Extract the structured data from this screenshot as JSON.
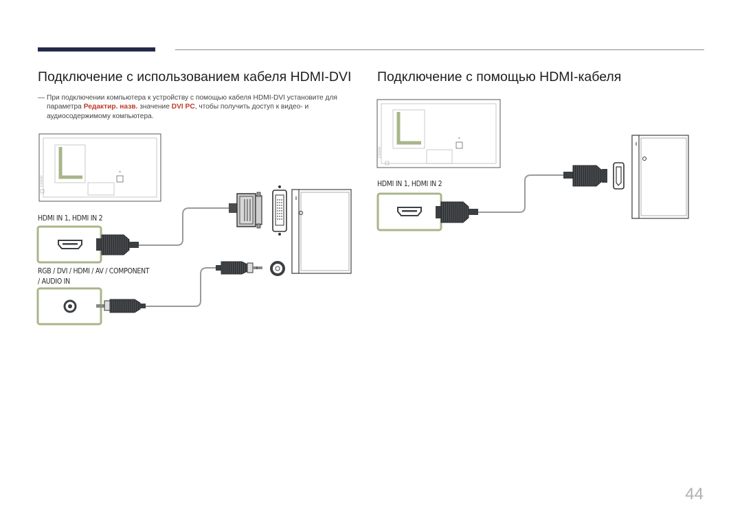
{
  "headings": {
    "left": "Подключение с использованием кабеля HDMI-DVI",
    "right": "Подключение с помощью HDMI-кабеля"
  },
  "note": {
    "dash": "―",
    "part1": "При подключении компьютера к устройству с помощью кабеля HDMI-DVI установите для параметра ",
    "em1": "Редактир. назв.",
    "part2": " значение ",
    "em2": "DVI PC",
    "part3": ", чтобы получить доступ к видео- и аудиосодержимому компьютера."
  },
  "labels": {
    "left_hdmi": "HDMI IN 1, HDMI IN 2",
    "left_audio_line1": "RGB / DVI / HDMI / AV / COMPONENT",
    "left_audio_line2": "/ AUDIO IN",
    "right_hdmi": "HDMI IN 1, HDMI IN 2"
  },
  "page_number": "44",
  "colors": {
    "accent_bar": "#24294a",
    "port_frame": "#a9b58a",
    "highlight_text": "#c0392b",
    "connector": "#3c3f42"
  }
}
